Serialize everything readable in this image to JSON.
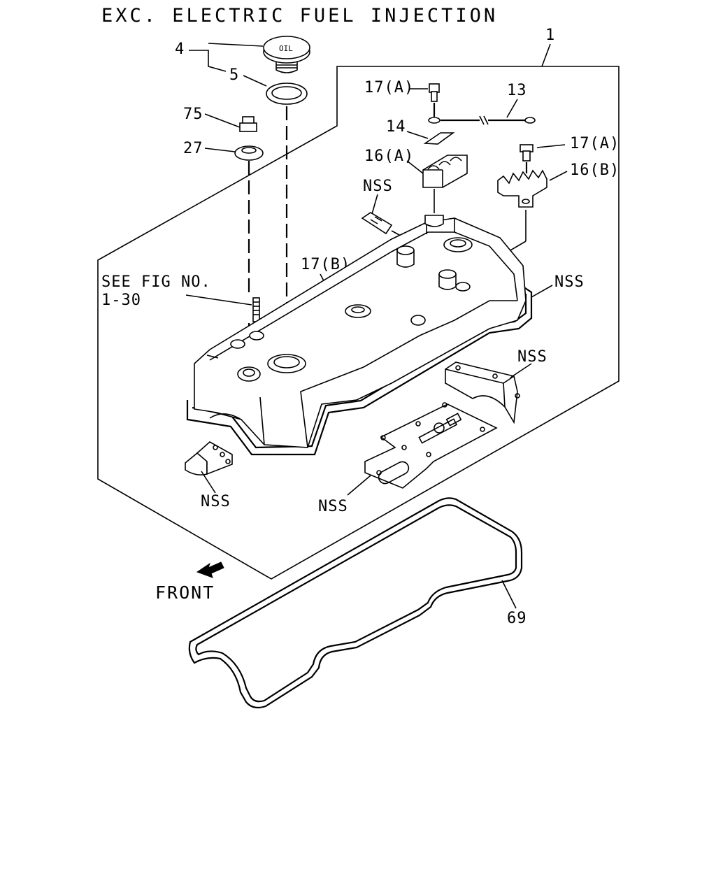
{
  "diagram": {
    "title": "EXC. ELECTRIC FUEL INJECTION",
    "callouts": {
      "c1": "1",
      "c4": "4",
      "c5": "5",
      "c75": "75",
      "c27": "27",
      "c17a_top": "17(A)",
      "c13": "13",
      "c14": "14",
      "c16a": "16(A)",
      "c17a_right": "17(A)",
      "c16b": "16(B)",
      "c_nss_sensor": "NSS",
      "c17b": "17(B)",
      "c_nss_right": "NSS",
      "c_nss_bracket": "NSS",
      "c_nss_left": "NSS",
      "c_nss_plate": "NSS",
      "c69": "69"
    },
    "see_fig": {
      "line1": "SEE FIG NO.",
      "line2": "1-30"
    },
    "front_label": "FRONT",
    "oil_cap_text": "OIL"
  }
}
